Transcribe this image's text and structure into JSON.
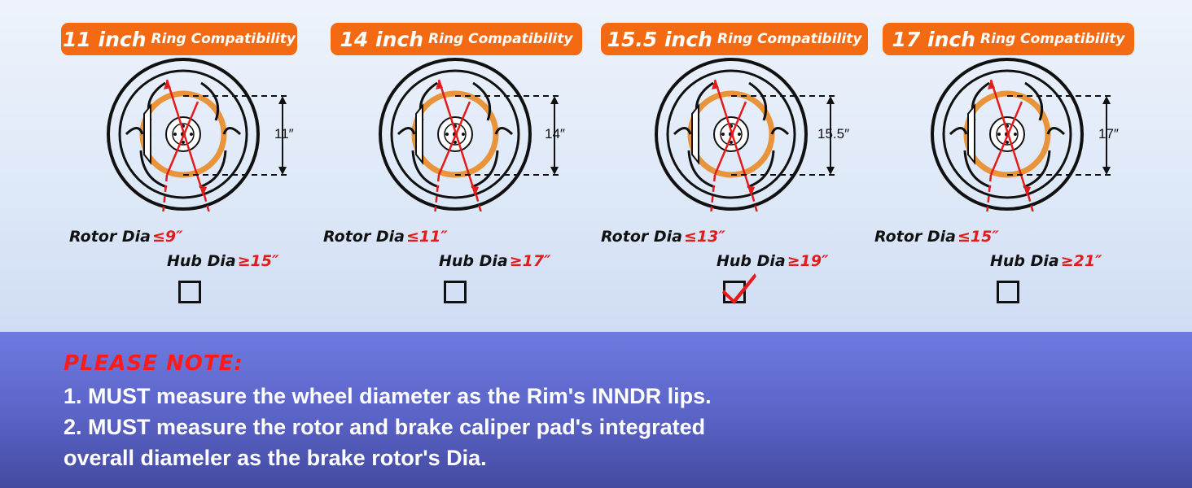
{
  "panels": [
    {
      "size_label": "11 inch",
      "ring_label": "Ring Compatibility",
      "dim_label": "11″",
      "rotor_label": "Rotor Dia",
      "rotor_value": "≤9″",
      "hub_label": "Hub Dia",
      "hub_value": "≥15″",
      "checked": false
    },
    {
      "size_label": "14 inch",
      "ring_label": "Ring Compatibility",
      "dim_label": "14″",
      "rotor_label": "Rotor Dia",
      "rotor_value": "≤11″",
      "hub_label": "Hub Dia",
      "hub_value": "≥17″",
      "checked": false
    },
    {
      "size_label": "15.5 inch",
      "ring_label": "Ring Compatibility",
      "dim_label": "15.5″",
      "rotor_label": "Rotor Dia",
      "rotor_value": "≤13″",
      "hub_label": "Hub Dia",
      "hub_value": "≥19″",
      "checked": true
    },
    {
      "size_label": "17 inch",
      "ring_label": "Ring Compatibility",
      "dim_label": "17″",
      "rotor_label": "Rotor Dia",
      "rotor_value": "≤15″",
      "hub_label": "Hub Dia",
      "hub_value": "≥21″",
      "checked": false
    }
  ],
  "note": {
    "title": "PLEASE NOTE:",
    "line1": "1. MUST measure the wheel diameter as the Rim's INNDR lips.",
    "line2": "2. MUST measure the rotor and brake caliper pad's integrated",
    "line3": "overall diameler as the brake rotor's Dia."
  },
  "colors": {
    "accent_orange": "#f46a12",
    "ring_orange": "#e9933a",
    "red": "#e31b1b",
    "note_bg_top": "#6f7be0",
    "note_bg_bottom": "#434aa0"
  }
}
